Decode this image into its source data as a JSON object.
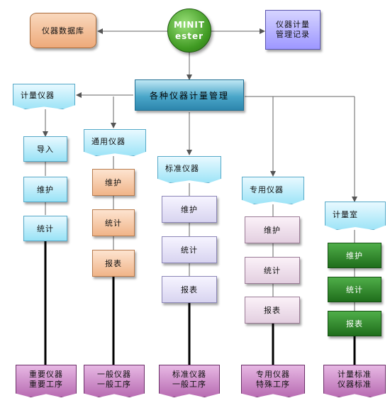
{
  "top": {
    "database": "仪器数据库",
    "minit_line1": "MINIT",
    "minit_line2": "ester",
    "calibration_line1": "仪器计量",
    "calibration_line2": "管理记录",
    "banner": "各种仪器计量管理"
  },
  "columns": [
    {
      "header": "计量仪器",
      "items": [
        "导入",
        "维护",
        "统计"
      ],
      "doc_line1": "重要仪器",
      "doc_line2": "重要工序"
    },
    {
      "header": "通用仪器",
      "items": [
        "维护",
        "统计",
        "报表"
      ],
      "doc_line1": "一般仪器",
      "doc_line2": "一般工序"
    },
    {
      "header": "标准仪器",
      "items": [
        "维护",
        "统计",
        "报表"
      ],
      "doc_line1": "标准仪器",
      "doc_line2": "一般工序"
    },
    {
      "header": "专用仪器",
      "items": [
        "维护",
        "统计",
        "报表"
      ],
      "doc_line1": "专用仪器",
      "doc_line2": "特殊工序"
    },
    {
      "header": "计量室",
      "items": [
        "维护",
        "统计",
        "报表"
      ],
      "doc_line1": "计量标准",
      "doc_line2": "仪器标准"
    }
  ],
  "colors": {
    "cyan": "#98e2f6",
    "orange": "#f0b488",
    "lavender": "#d8d4f0",
    "green": "#2f8a2a",
    "document": "#c57cc0",
    "connector": "#555555"
  }
}
